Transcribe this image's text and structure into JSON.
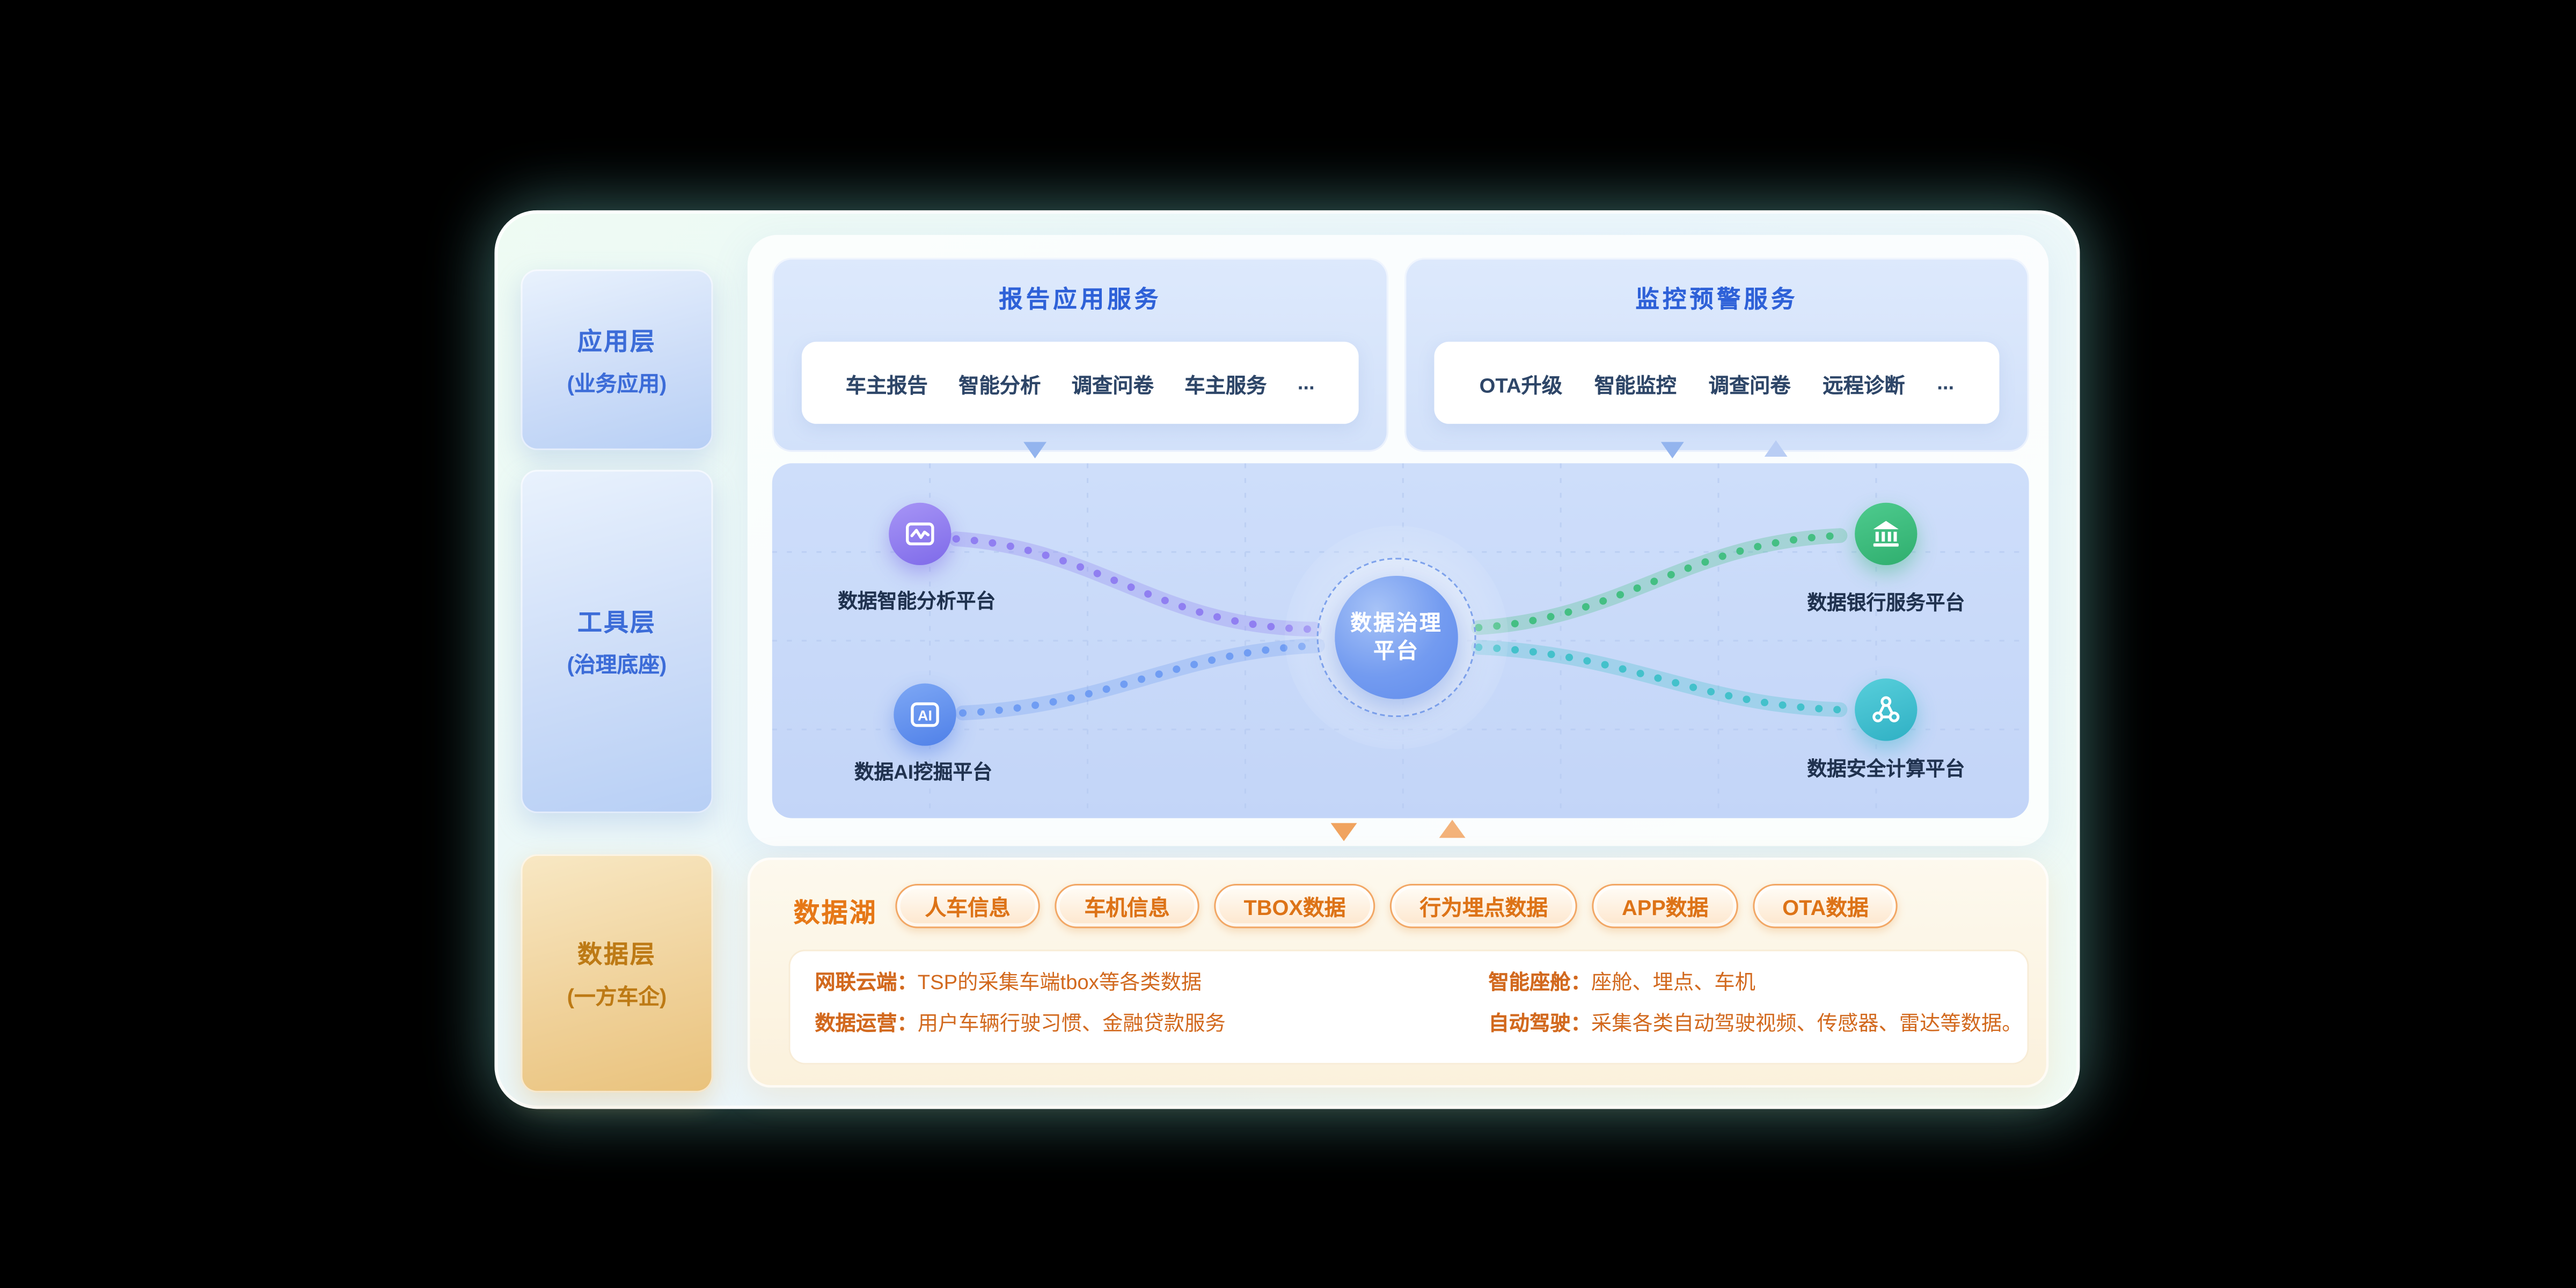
{
  "layers": {
    "application": {
      "title": "应用层",
      "subtitle": "(业务应用)"
    },
    "tool": {
      "title": "工具层",
      "subtitle": "(治理底座)"
    },
    "data": {
      "title": "数据层",
      "subtitle": "(一方车企)"
    }
  },
  "services": {
    "report": {
      "title": "报告应用服务",
      "items": [
        "车主报告",
        "智能分析",
        "调查问卷",
        "车主服务",
        "..."
      ]
    },
    "monitor": {
      "title": "监控预警服务",
      "items": [
        "OTA升级",
        "智能监控",
        "调查问卷",
        "远程诊断",
        "..."
      ]
    }
  },
  "governance": {
    "center": {
      "line1": "数据治理",
      "line2": "平台"
    },
    "ai_icon_text": "AI",
    "platforms": [
      {
        "label": "数据智能分析平台",
        "icon": "pulse-monitor-icon",
        "color": "#8d7bf0"
      },
      {
        "label": "数据AI挖掘平台",
        "icon": "ai-icon",
        "color": "#6d9bf2"
      },
      {
        "label": "数据银行服务平台",
        "icon": "bank-icon",
        "color": "#3fbe7e"
      },
      {
        "label": "数据安全计算平台",
        "icon": "share-nodes-icon",
        "color": "#3ec0c9"
      }
    ]
  },
  "datalake": {
    "title": "数据湖",
    "tags": [
      "人车信息",
      "车机信息",
      "TBOX数据",
      "行为埋点数据",
      "APP数据",
      "OTA数据"
    ],
    "details": [
      {
        "label": "网联云端：",
        "text": "TSP的采集车端tbox等各类数据"
      },
      {
        "label": "数据运营：",
        "text": "用户车辆行驶习惯、金融贷款服务"
      },
      {
        "label": "智能座舱：",
        "text": "座舱、埋点、车机"
      },
      {
        "label": "自动驾驶：",
        "text": "采集各类自动驾驶视频、传感器、雷达等数据。"
      }
    ]
  },
  "colors": {
    "accent_blue": "#2e61d8",
    "accent_orange": "#e67817",
    "purple": "#8d7bf0",
    "blue": "#6d9bf2",
    "green": "#3fbe7e",
    "teal": "#3ec0c9"
  }
}
